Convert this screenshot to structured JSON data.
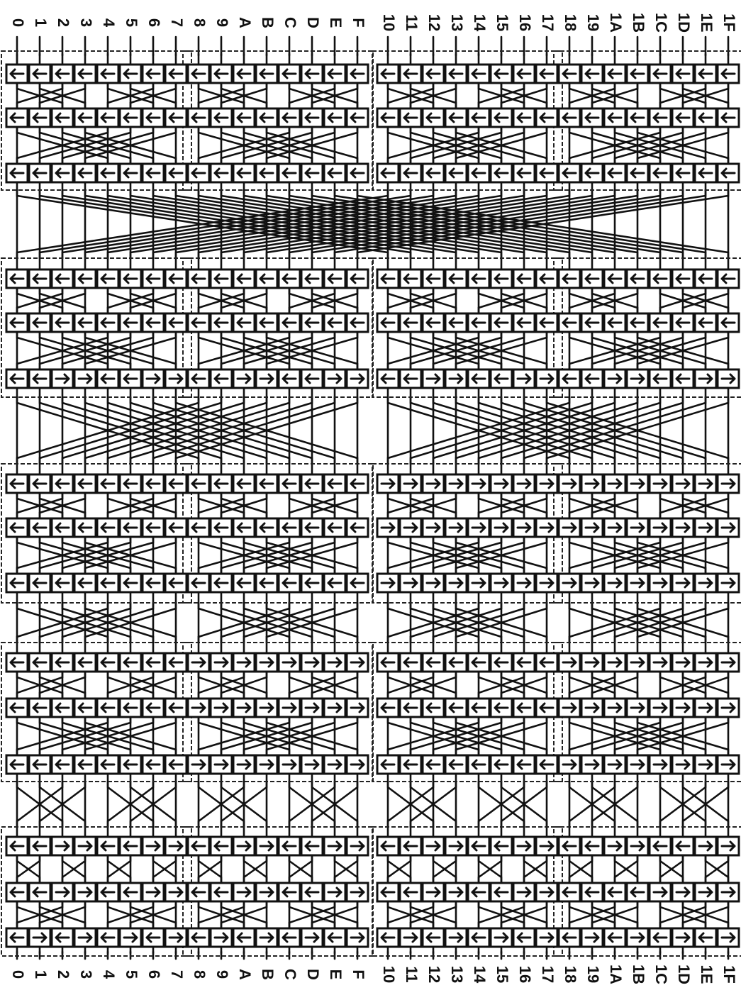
{
  "labels": {
    "top": [
      "0",
      "1",
      "2",
      "3",
      "4",
      "5",
      "6",
      "7",
      "8",
      "9",
      "A",
      "B",
      "C",
      "D",
      "E",
      "F",
      "10",
      "11",
      "12",
      "13",
      "14",
      "15",
      "16",
      "17",
      "18",
      "19",
      "1A",
      "1B",
      "1C",
      "1D",
      "1E",
      "1F"
    ],
    "bottom": [
      "0",
      "1",
      "2",
      "3",
      "4",
      "5",
      "6",
      "7",
      "8",
      "9",
      "A",
      "B",
      "C",
      "D",
      "E",
      "F",
      "10",
      "11",
      "12",
      "13",
      "14",
      "15",
      "16",
      "17",
      "18",
      "19",
      "1A",
      "1B",
      "1C",
      "1D",
      "1E",
      "1F"
    ]
  },
  "stage_states": [
    [
      "L",
      "L",
      "L",
      "L",
      "L",
      "L",
      "L",
      "L",
      "L",
      "L",
      "L",
      "L",
      "L",
      "L",
      "L",
      "L",
      "L",
      "L",
      "L",
      "L",
      "L",
      "L",
      "L",
      "L",
      "L",
      "L",
      "L",
      "L",
      "L",
      "L",
      "L",
      "L"
    ],
    [
      "L",
      "L",
      "L",
      "L",
      "L",
      "L",
      "L",
      "L",
      "L",
      "L",
      "L",
      "L",
      "L",
      "L",
      "L",
      "L",
      "L",
      "L",
      "L",
      "L",
      "L",
      "L",
      "L",
      "L",
      "L",
      "L",
      "L",
      "L",
      "L",
      "L",
      "L",
      "L"
    ],
    [
      "L",
      "L",
      "L",
      "L",
      "L",
      "L",
      "L",
      "L",
      "L",
      "L",
      "L",
      "L",
      "L",
      "L",
      "L",
      "L",
      "L",
      "L",
      "L",
      "L",
      "L",
      "L",
      "L",
      "L",
      "L",
      "L",
      "L",
      "L",
      "L",
      "L",
      "L",
      "L"
    ],
    [
      "L",
      "L",
      "L",
      "L",
      "L",
      "L",
      "L",
      "L",
      "L",
      "L",
      "L",
      "L",
      "L",
      "L",
      "L",
      "L",
      "L",
      "L",
      "L",
      "L",
      "L",
      "L",
      "L",
      "L",
      "L",
      "L",
      "L",
      "L",
      "L",
      "L",
      "L",
      "L"
    ],
    [
      "L",
      "L",
      "L",
      "L",
      "L",
      "L",
      "L",
      "L",
      "L",
      "L",
      "L",
      "L",
      "L",
      "L",
      "L",
      "L",
      "L",
      "L",
      "L",
      "L",
      "L",
      "L",
      "L",
      "L",
      "L",
      "L",
      "L",
      "L",
      "L",
      "L",
      "L",
      "L"
    ],
    [
      "L",
      "L",
      "R",
      "R",
      "L",
      "L",
      "R",
      "R",
      "L",
      "L",
      "R",
      "R",
      "L",
      "L",
      "R",
      "R",
      "L",
      "L",
      "R",
      "R",
      "L",
      "L",
      "R",
      "R",
      "L",
      "L",
      "R",
      "R",
      "L",
      "L",
      "R",
      "R"
    ],
    [
      "L",
      "L",
      "L",
      "L",
      "L",
      "L",
      "L",
      "L",
      "L",
      "L",
      "L",
      "L",
      "L",
      "L",
      "L",
      "L",
      "R",
      "R",
      "R",
      "R",
      "R",
      "R",
      "R",
      "R",
      "R",
      "R",
      "R",
      "R",
      "R",
      "R",
      "R",
      "R"
    ],
    [
      "L",
      "L",
      "L",
      "L",
      "L",
      "L",
      "L",
      "L",
      "L",
      "L",
      "L",
      "L",
      "L",
      "L",
      "L",
      "L",
      "R",
      "R",
      "R",
      "R",
      "R",
      "R",
      "R",
      "R",
      "R",
      "R",
      "R",
      "R",
      "R",
      "R",
      "R",
      "R"
    ],
    [
      "L",
      "L",
      "L",
      "L",
      "L",
      "L",
      "L",
      "L",
      "L",
      "L",
      "L",
      "L",
      "L",
      "L",
      "L",
      "L",
      "R",
      "R",
      "R",
      "R",
      "R",
      "R",
      "R",
      "R",
      "R",
      "R",
      "R",
      "R",
      "R",
      "R",
      "R",
      "R"
    ],
    [
      "L",
      "L",
      "L",
      "L",
      "L",
      "L",
      "L",
      "L",
      "R",
      "R",
      "R",
      "R",
      "R",
      "R",
      "R",
      "R",
      "L",
      "L",
      "L",
      "L",
      "L",
      "L",
      "L",
      "L",
      "R",
      "R",
      "R",
      "R",
      "R",
      "R",
      "R",
      "R"
    ],
    [
      "L",
      "L",
      "L",
      "L",
      "L",
      "L",
      "L",
      "L",
      "R",
      "R",
      "R",
      "R",
      "R",
      "R",
      "R",
      "R",
      "L",
      "L",
      "L",
      "L",
      "L",
      "L",
      "L",
      "L",
      "R",
      "R",
      "R",
      "R",
      "R",
      "R",
      "R",
      "R"
    ],
    [
      "L",
      "L",
      "L",
      "L",
      "L",
      "L",
      "L",
      "L",
      "R",
      "R",
      "R",
      "R",
      "R",
      "R",
      "R",
      "R",
      "L",
      "L",
      "L",
      "L",
      "L",
      "L",
      "L",
      "L",
      "R",
      "R",
      "R",
      "R",
      "R",
      "R",
      "R",
      "R"
    ],
    [
      "L",
      "L",
      "R",
      "R",
      "L",
      "L",
      "R",
      "R",
      "L",
      "L",
      "R",
      "R",
      "L",
      "L",
      "R",
      "R",
      "L",
      "L",
      "R",
      "R",
      "L",
      "L",
      "R",
      "R",
      "L",
      "L",
      "R",
      "R",
      "L",
      "L",
      "R",
      "R"
    ],
    [
      "L",
      "L",
      "R",
      "R",
      "L",
      "L",
      "R",
      "R",
      "L",
      "L",
      "R",
      "R",
      "L",
      "L",
      "R",
      "R",
      "L",
      "L",
      "R",
      "R",
      "L",
      "L",
      "R",
      "R",
      "L",
      "L",
      "L",
      "L",
      "R",
      "R",
      "R",
      "R"
    ],
    [
      "L",
      "R",
      "L",
      "R",
      "L",
      "R",
      "L",
      "R",
      "L",
      "R",
      "L",
      "R",
      "L",
      "R",
      "L",
      "R",
      "L",
      "R",
      "L",
      "R",
      "L",
      "R",
      "L",
      "R",
      "L",
      "R",
      "L",
      "R",
      "L",
      "R",
      "L",
      "R"
    ]
  ]
}
